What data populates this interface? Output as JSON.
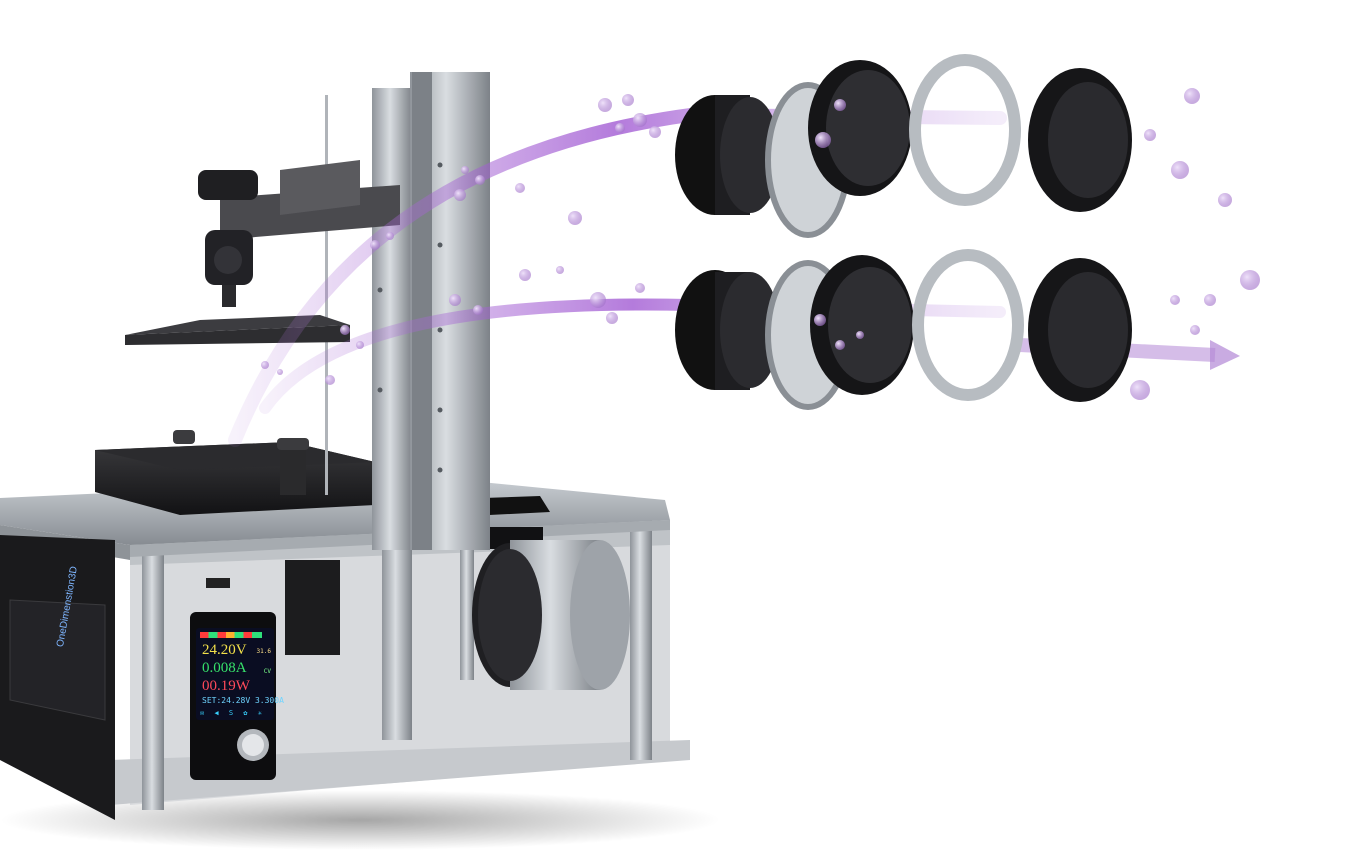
{
  "lcd": {
    "voltage": "24.20V",
    "current": "0.008A",
    "power": "00.19W",
    "set_line": "SET:24.28V 3.300A",
    "temp": "31.6",
    "mode": "CV",
    "icons": "✉ ◀ S ✿ ✳"
  },
  "brand": "OneDimenstion3D",
  "colors": {
    "accent": "#9b4fd0",
    "frame": "#a9aeb4",
    "dark": "#1c1c1e"
  }
}
